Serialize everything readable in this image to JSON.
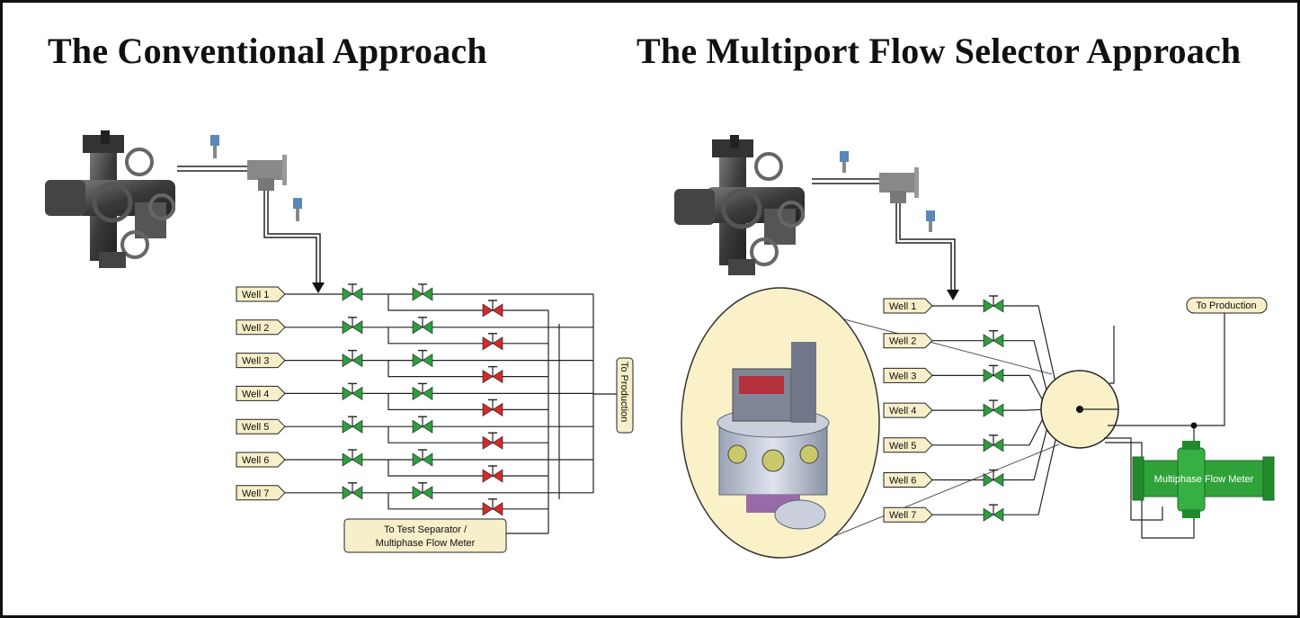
{
  "titles": {
    "left": "The Conventional Approach",
    "right": "The Multiport Flow Selector Approach"
  },
  "conventional": {
    "wells": [
      "Well 1",
      "Well 2",
      "Well 3",
      "Well 4",
      "Well 5",
      "Well 6",
      "Well 7"
    ],
    "to_production": "To Production",
    "to_test_line1": "To Test Separator /",
    "to_test_line2": "Multiphase Flow Meter"
  },
  "multiport": {
    "wells": [
      "Well 1",
      "Well 2",
      "Well 3",
      "Well 4",
      "Well 5",
      "Well 6",
      "Well 7"
    ],
    "to_production": "To Production",
    "meter_label": "Multiphase Flow Meter"
  },
  "colors": {
    "open_valve": "#2e9e3e",
    "closed_valve": "#d42a2a",
    "label_fill": "#f7efc9",
    "selector_fill": "#faf1c9",
    "meter_fill": "#2fa23a"
  }
}
